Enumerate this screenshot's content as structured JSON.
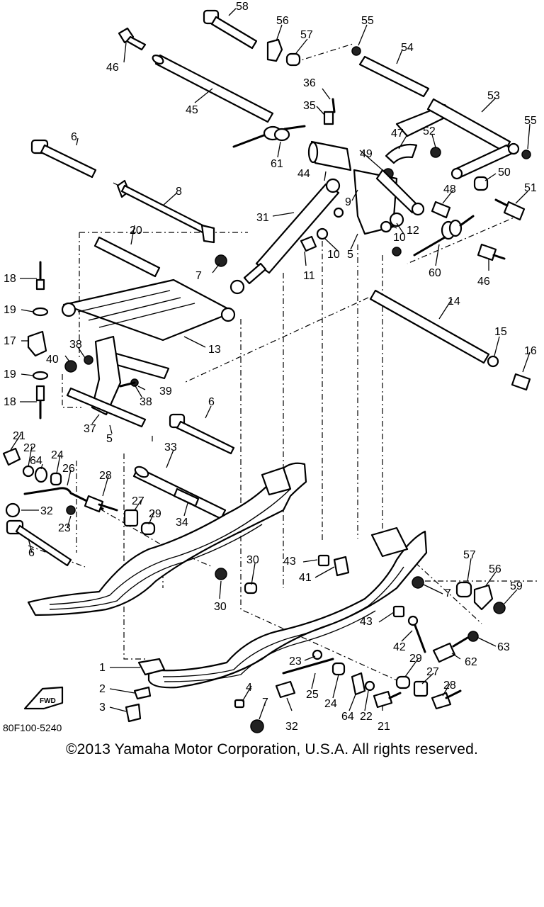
{
  "diagram": {
    "code": "80F100-5240",
    "fwd_label": "FWD",
    "callouts": [
      "1",
      "2",
      "3",
      "4",
      "5",
      "6",
      "7",
      "8",
      "9",
      "10",
      "11",
      "12",
      "13",
      "14",
      "15",
      "16",
      "17",
      "18",
      "19",
      "20",
      "21",
      "22",
      "23",
      "24",
      "25",
      "26",
      "27",
      "28",
      "29",
      "30",
      "31",
      "32",
      "33",
      "34",
      "35",
      "36",
      "37",
      "38",
      "39",
      "40",
      "41",
      "42",
      "43",
      "44",
      "45",
      "46",
      "47",
      "48",
      "49",
      "50",
      "51",
      "52",
      "53",
      "54",
      "55",
      "56",
      "57",
      "58",
      "59",
      "60",
      "61",
      "62",
      "63",
      "64"
    ]
  },
  "footer": {
    "copyright": "©2013 Yamaha Motor Corporation, U.S.A. All rights reserved."
  }
}
